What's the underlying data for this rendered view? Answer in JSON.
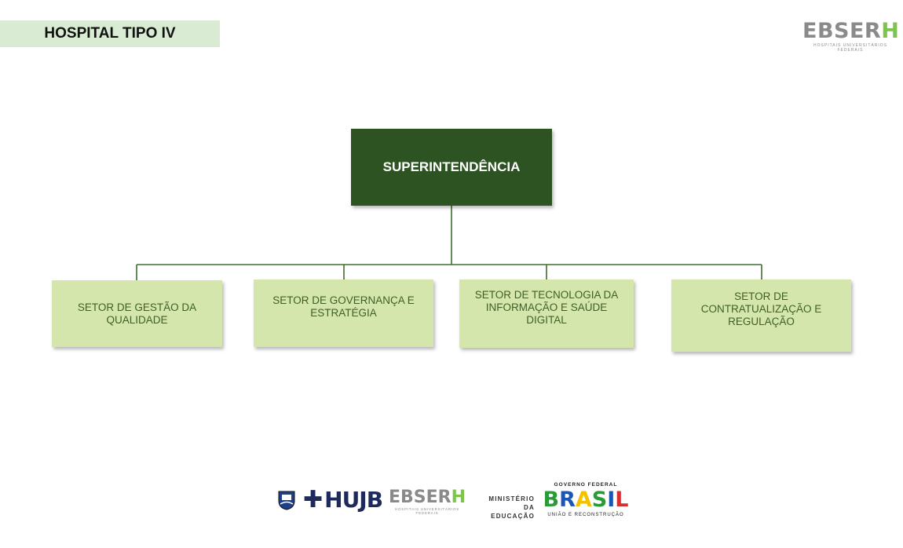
{
  "header": {
    "title": "HOSPITAL TIPO IV"
  },
  "brand": {
    "logo_main": "EBSER",
    "logo_accent": "H",
    "tagline": "HOSPITAIS UNIVERSITÁRIOS FEDERAIS"
  },
  "org_chart": {
    "root": {
      "label": "SUPERINTENDÊNCIA"
    },
    "children": [
      {
        "label": "SETOR DE GESTÃO DA QUALIDADE"
      },
      {
        "label": "SETOR DE GOVERNANÇA E ESTRATÉGIA"
      },
      {
        "label": "SETOR DE TECNOLOGIA DA INFORMAÇÃO E SAÚDE DIGITAL"
      },
      {
        "label": "SETOR DE CONTRATUALIZAÇÃO E REGULAÇÃO"
      }
    ]
  },
  "footer": {
    "hujb": "HUJB",
    "ebserh_main": "EBSER",
    "ebserh_accent": "H",
    "ebserh_tagline": "HOSPITAIS UNIVERSITÁRIOS FEDERAIS",
    "ministry_line1": "MINISTÉRIO DA",
    "ministry_line2": "EDUCAÇÃO",
    "gov_top": "GOVERNO FEDERAL",
    "gov_word": "BRASIL",
    "gov_bottom": "UNIÃO E RECONSTRUÇÃO"
  },
  "colors": {
    "header_band": "#d9ecd3",
    "root_box": "#2e5322",
    "child_box": "#d4e6ac",
    "child_text": "#3e6028",
    "connector": "#3e6f2c",
    "brand_green": "#7cc44a",
    "brand_gray": "#8a8a8a"
  }
}
